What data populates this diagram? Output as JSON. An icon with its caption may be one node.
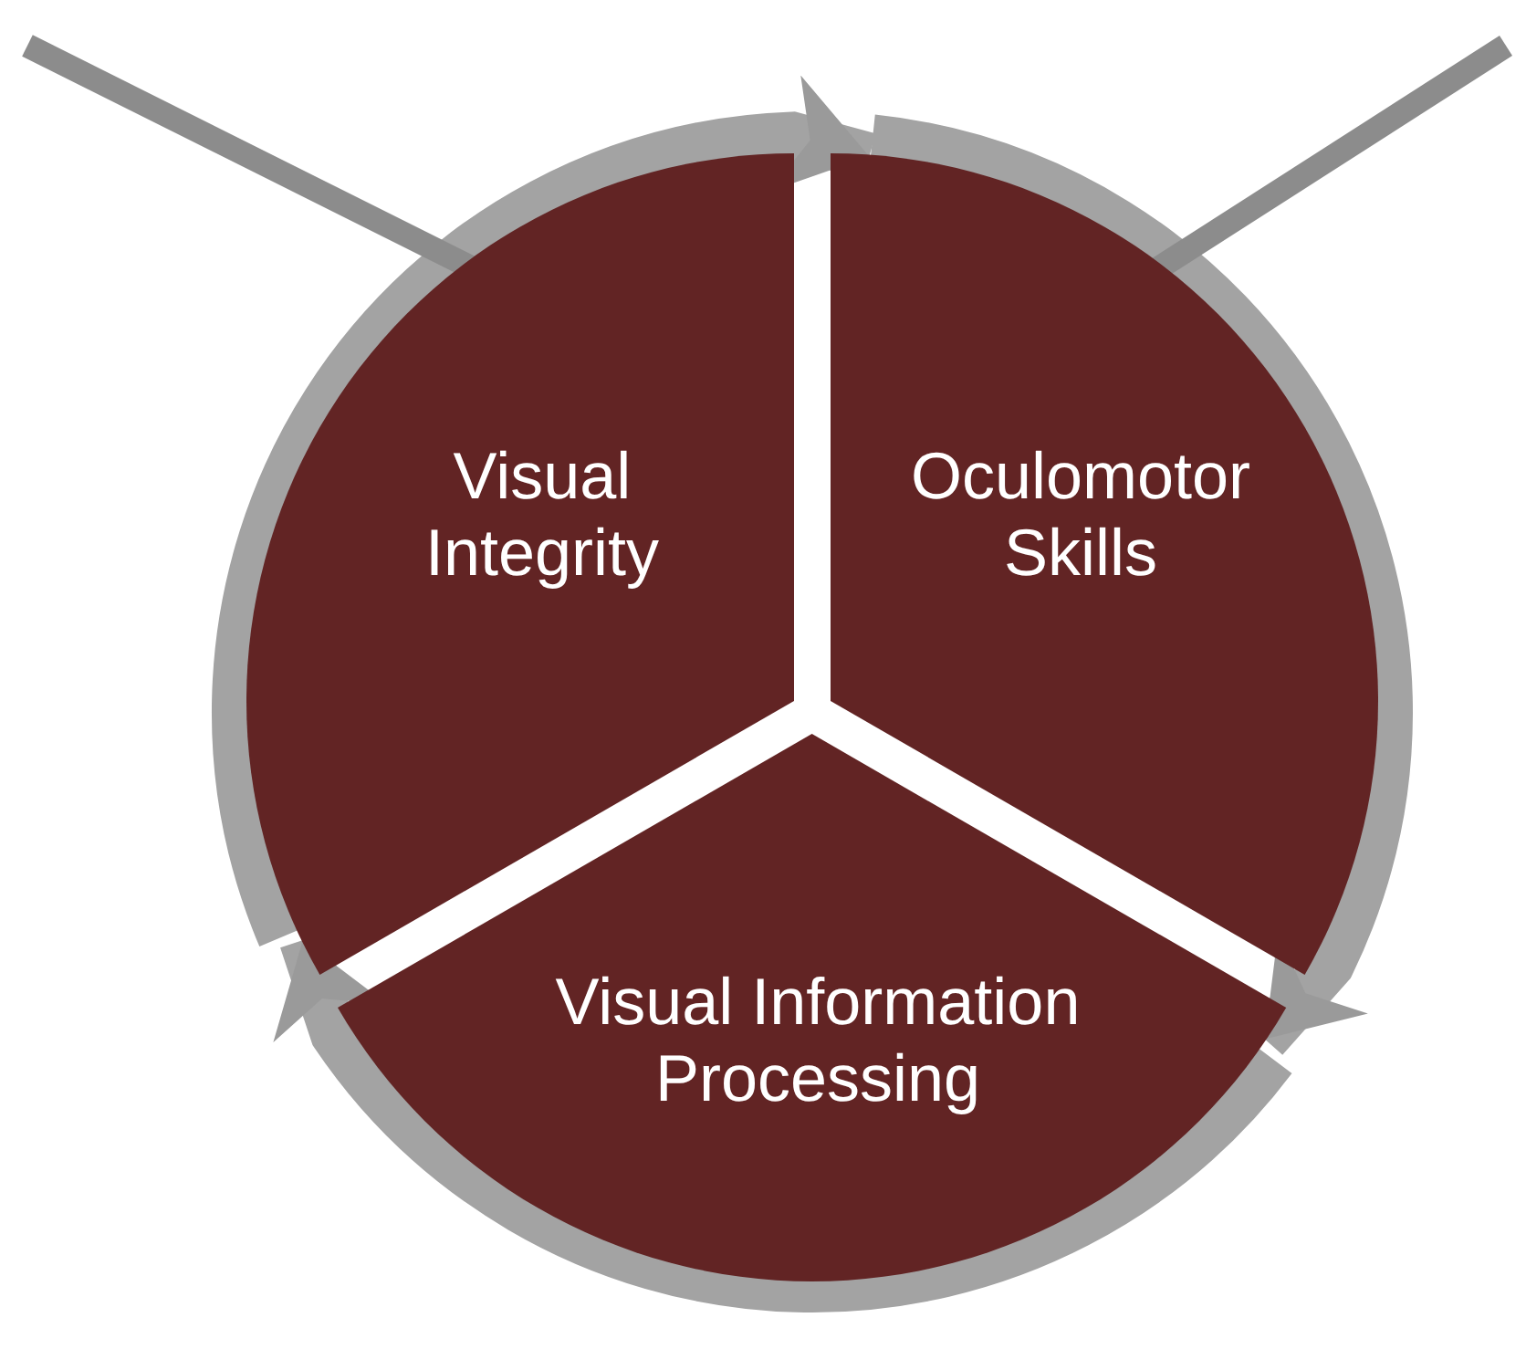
{
  "diagram": {
    "nodes": [
      {
        "text": [
          "Visual Integrity"
        ]
      },
      {
        "text": [
          "Oculomotor Skills"
        ]
      },
      {
        "text": [
          "Visual Information Processing"
        ]
      }
    ],
    "edges": [
      {
        "from": 0,
        "to": 1,
        "arrow": "to"
      },
      {
        "from": 1,
        "to": 2,
        "arrow": "to"
      },
      {
        "from": 2,
        "to": 0,
        "arrow": "to"
      },
      {
        "from": null,
        "to": 0,
        "arrow": "to"
      },
      {
        "from": null,
        "to": 1,
        "arrow": "to"
      }
    ]
  }
}
